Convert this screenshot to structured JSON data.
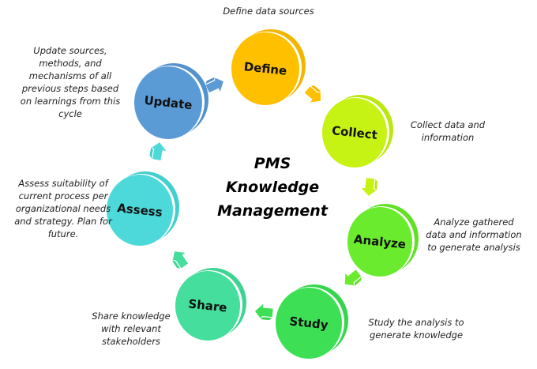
{
  "title": {
    "lines": [
      "PMS",
      "Knowledge",
      "Management"
    ]
  },
  "steps": [
    {
      "label": "Define",
      "description": "Define data sources",
      "color": "#FFC000",
      "side_color": "#F2B600"
    },
    {
      "label": "Collect",
      "description": "Collect data and\ninformation",
      "color": "#C6F214",
      "side_color": "#BBE80F"
    },
    {
      "label": "Analyze",
      "description": "Analyze gathered\ndata and information\nto generate analysis",
      "color": "#6BEB2E",
      "side_color": "#62E026"
    },
    {
      "label": "Study",
      "description": "Study the analysis to\ngenerate knowledge",
      "color": "#3DE055",
      "side_color": "#34D64C"
    },
    {
      "label": "Share",
      "description": "Share knowledge\nwith relevant\nstakeholders",
      "color": "#45DE9C",
      "side_color": "#3CD492"
    },
    {
      "label": "Assess",
      "description": "Assess suitability of\ncurrent process per\norganizational needs\nand strategy. Plan for\nfuture.",
      "color": "#4DD9D9",
      "side_color": "#44CFCF"
    },
    {
      "label": "Update",
      "description": "Update sources,\nmethods, and\nmechanisms of all\nprevious steps based\non learnings from this\ncycle",
      "color": "#5B9BD5",
      "side_color": "#5392CC"
    }
  ],
  "icons": {
    "arrow": "block-arrow-icon"
  }
}
